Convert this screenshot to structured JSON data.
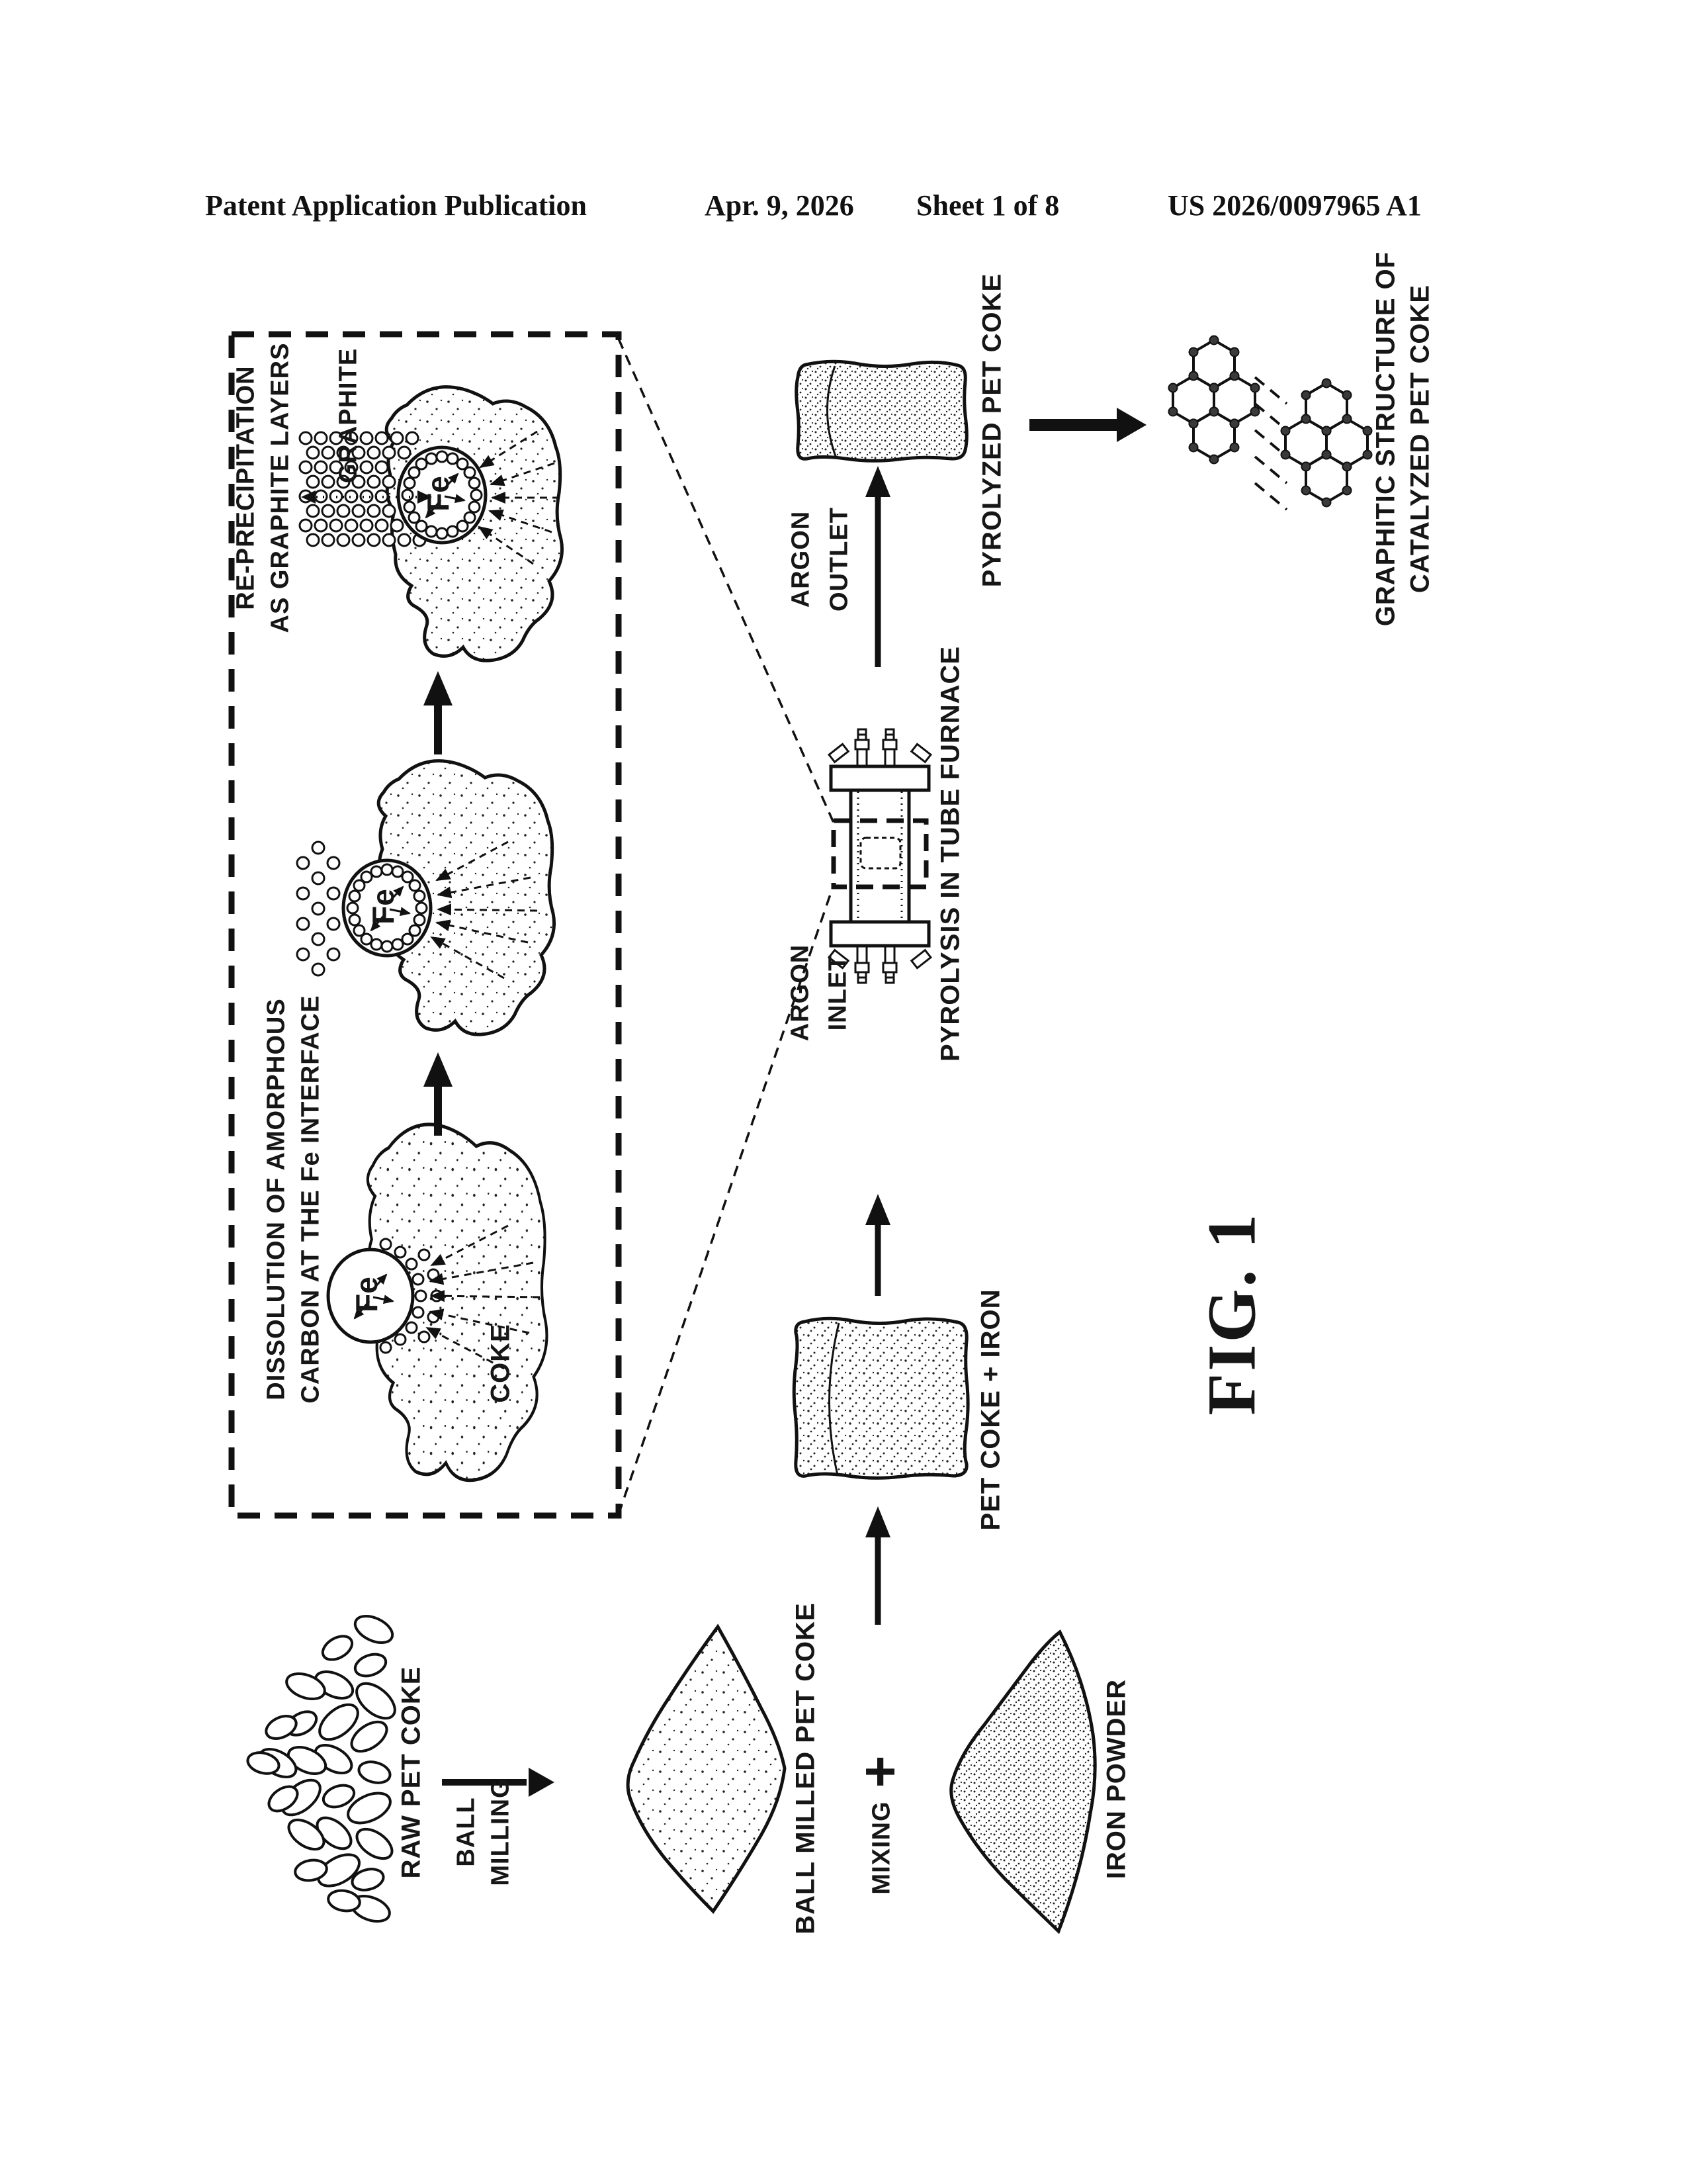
{
  "header": {
    "publication": "Patent Application Publication",
    "date": "Apr. 9, 2026",
    "sheet": "Sheet 1 of 8",
    "patent_number": "US 2026/0097965 A1"
  },
  "figure": {
    "caption": "FIG. 1",
    "colors": {
      "ink": "#111111",
      "paper": "#ffffff"
    },
    "inset": {
      "label_reprecipitation_1": "RE-PRECIPITATION",
      "label_reprecipitation_2": "AS GRAPHITE LAYERS",
      "label_graphite": "GRAPHITE",
      "label_dissolution_1": "DISSOLUTION OF AMORPHOUS",
      "label_dissolution_2": "CARBON AT THE Fe INTERFACE",
      "label_coke": "COKE",
      "label_fe": "Fe"
    },
    "process": {
      "raw_pet_coke": "RAW PET COKE",
      "ball_milling_1": "BALL",
      "ball_milling_2": "MILLING",
      "ball_milled_pet_coke": "BALL MILLED PET COKE",
      "plus_sign": "+",
      "mixing": "MIXING",
      "iron_powder": "IRON POWDER",
      "pet_coke_iron": "PET COKE + IRON",
      "argon_inlet_1": "ARGON",
      "argon_inlet_2": "INLET",
      "argon_outlet_1": "ARGON",
      "argon_outlet_2": "OUTLET",
      "furnace": "PYROLYSIS IN TUBE FURNACE",
      "pyrolyzed_pet_coke": "PYROLYZED PET COKE",
      "graphitic_structure_1": "GRAPHITIC STRUCTURE OF",
      "graphitic_structure_2": "CATALYZED PET COKE"
    }
  }
}
